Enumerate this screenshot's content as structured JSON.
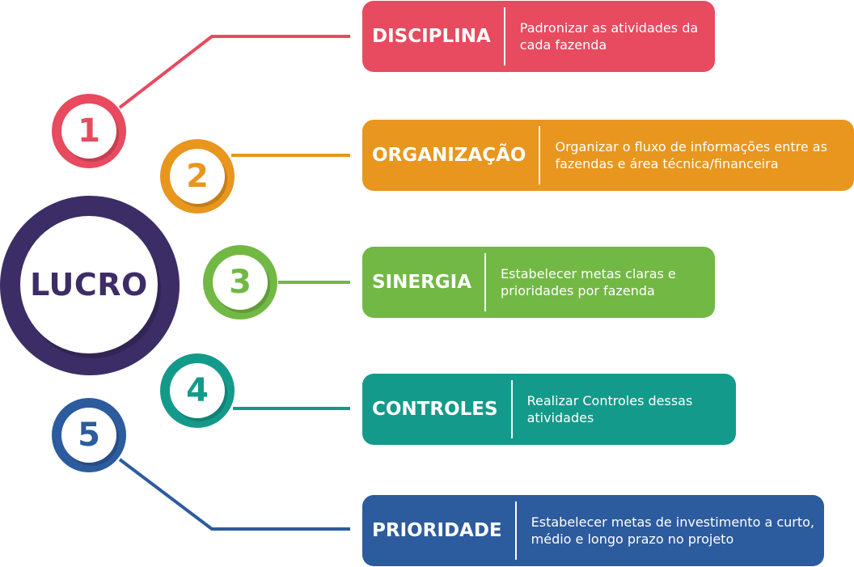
{
  "hub": {
    "label": "LUCRO",
    "color": "#3d2d66"
  },
  "items": [
    {
      "number": "1",
      "title": "DISCIPLINA",
      "description": "Padronizar as atividades da cada fazenda",
      "color": "#e84a5f"
    },
    {
      "number": "2",
      "title": "ORGANIZAÇÃO",
      "description": "Organizar o fluxo de informações entre as fazendas e área técnica/financeira",
      "color": "#e8961e"
    },
    {
      "number": "3",
      "title": "SINERGIA",
      "description": "Estabelecer metas claras e prioridades por fazenda",
      "color": "#72b844"
    },
    {
      "number": "4",
      "title": "CONTROLES",
      "description": "Realizar Controles dessas atividades",
      "color": "#149a8a"
    },
    {
      "number": "5",
      "title": "PRIORIDADE",
      "description": "Estabelecer metas de investimento a curto, médio e longo prazo no projeto",
      "color": "#2c5b9e"
    }
  ]
}
